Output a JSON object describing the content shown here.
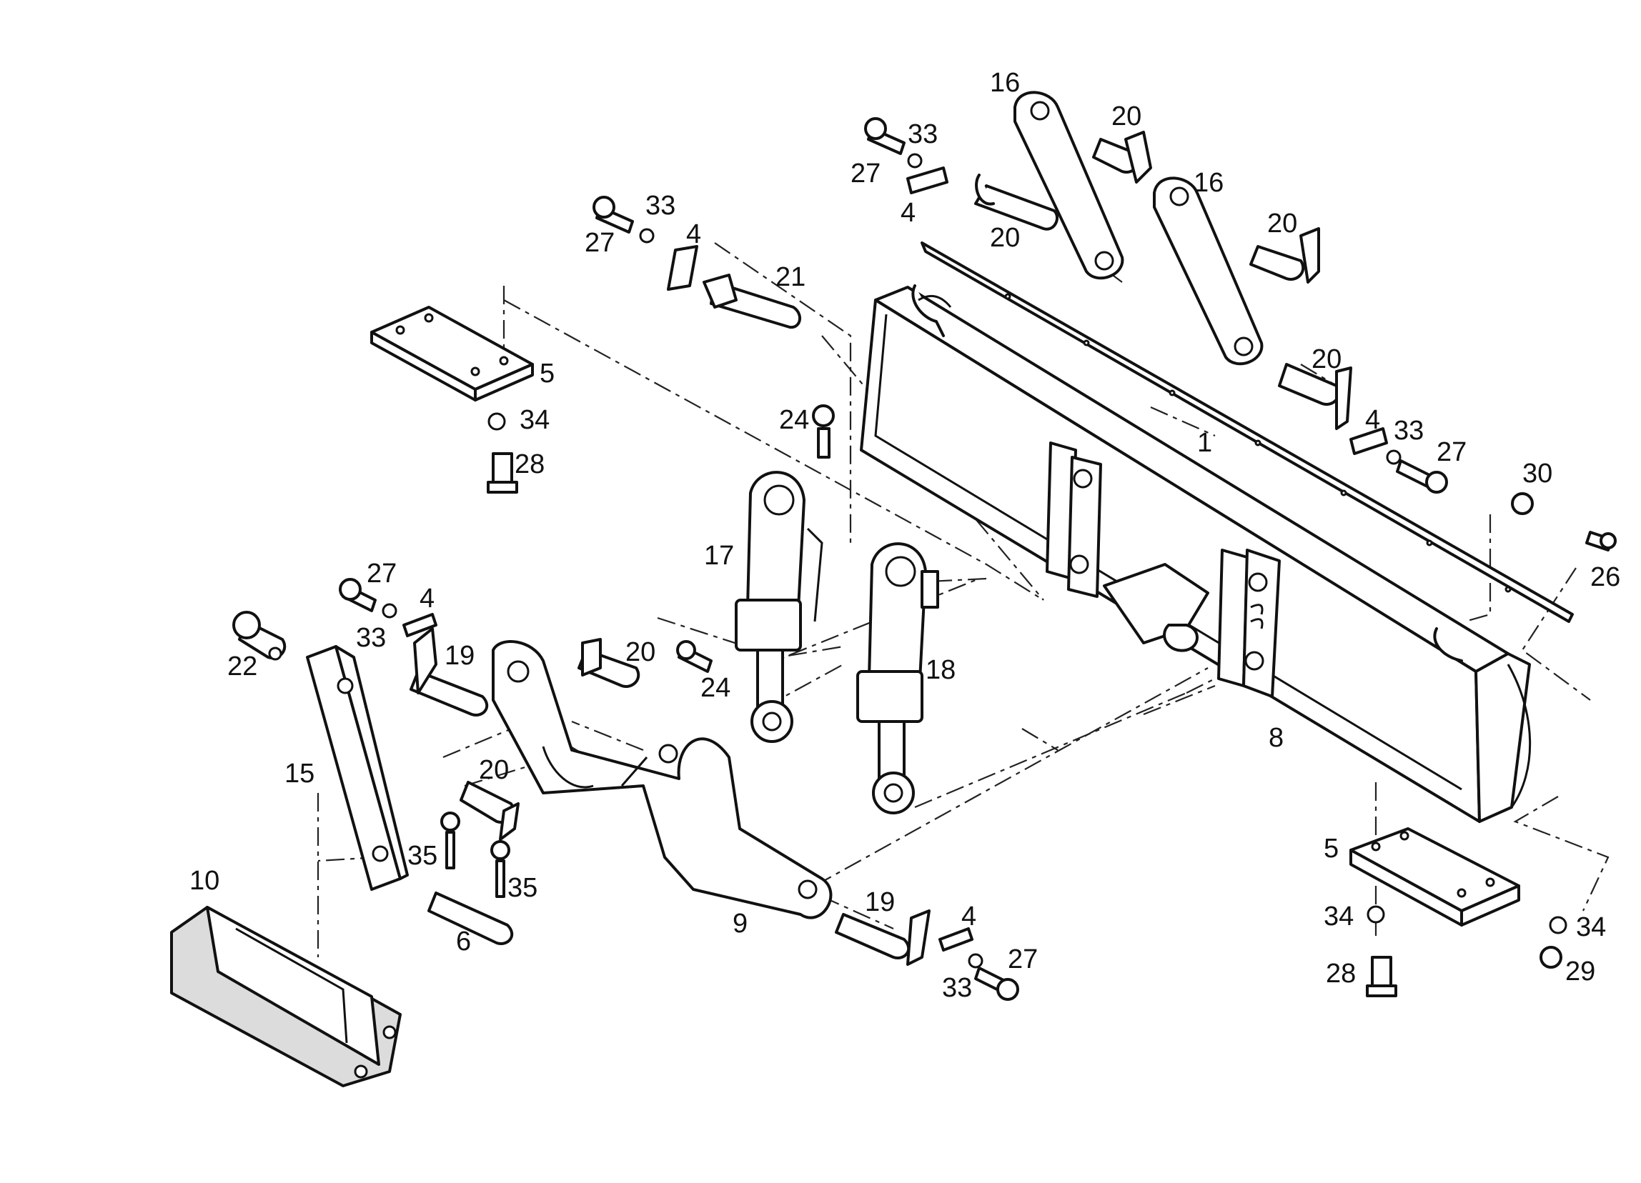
{
  "callouts": {
    "c1": "1",
    "c4": "4",
    "c5": "5",
    "c6": "6",
    "c8": "8",
    "c9": "9",
    "c10": "10",
    "c15": "15",
    "c16": "16",
    "c17": "17",
    "c18": "18",
    "c19": "19",
    "c20": "20",
    "c21": "21",
    "c22": "22",
    "c24": "24",
    "c26": "26",
    "c27": "27",
    "c28": "28",
    "c29": "29",
    "c30": "30",
    "c33": "33",
    "c34": "34",
    "c35": "35"
  }
}
